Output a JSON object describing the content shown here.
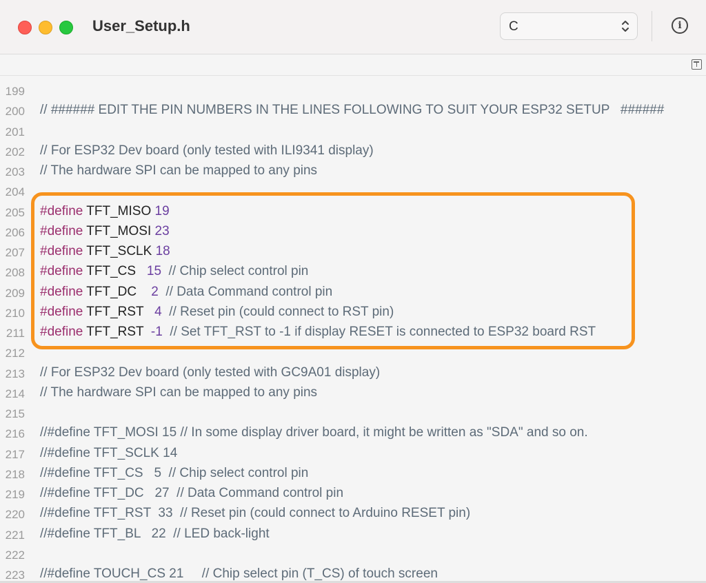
{
  "window": {
    "title": "User_Setup.h",
    "language": "C",
    "info_icon": "info-icon"
  },
  "colors": {
    "highlight": "#f7931e",
    "keyword": "#9b2f6e",
    "number": "#6b3fa0",
    "comment": "#5d6b78"
  },
  "code_lines": [
    {
      "n": "199",
      "parts": []
    },
    {
      "n": "200",
      "parts": [
        {
          "t": "// ###### EDIT THE PIN NUMBERS IN THE LINES FOLLOWING TO SUIT YOUR ESP32 SETUP   ######",
          "c": "cm"
        }
      ]
    },
    {
      "n": "201",
      "parts": []
    },
    {
      "n": "202",
      "parts": [
        {
          "t": "// For ESP32 Dev board (only tested with ILI9341 display)",
          "c": "cm"
        }
      ]
    },
    {
      "n": "203",
      "parts": [
        {
          "t": "// The hardware SPI can be mapped to any pins",
          "c": "cm"
        }
      ]
    },
    {
      "n": "204",
      "parts": []
    },
    {
      "n": "205",
      "parts": [
        {
          "t": "#define",
          "c": "kw"
        },
        {
          "t": " TFT_MISO ",
          "c": "id"
        },
        {
          "t": "19",
          "c": "num"
        }
      ]
    },
    {
      "n": "206",
      "parts": [
        {
          "t": "#define",
          "c": "kw"
        },
        {
          "t": " TFT_MOSI ",
          "c": "id"
        },
        {
          "t": "23",
          "c": "num"
        }
      ]
    },
    {
      "n": "207",
      "parts": [
        {
          "t": "#define",
          "c": "kw"
        },
        {
          "t": " TFT_SCLK ",
          "c": "id"
        },
        {
          "t": "18",
          "c": "num"
        }
      ]
    },
    {
      "n": "208",
      "parts": [
        {
          "t": "#define",
          "c": "kw"
        },
        {
          "t": " TFT_CS   ",
          "c": "id"
        },
        {
          "t": "15",
          "c": "num"
        },
        {
          "t": "  // Chip select control pin",
          "c": "cm"
        }
      ]
    },
    {
      "n": "209",
      "parts": [
        {
          "t": "#define",
          "c": "kw"
        },
        {
          "t": " TFT_DC    ",
          "c": "id"
        },
        {
          "t": "2",
          "c": "num"
        },
        {
          "t": "  // Data Command control pin",
          "c": "cm"
        }
      ]
    },
    {
      "n": "210",
      "parts": [
        {
          "t": "#define",
          "c": "kw"
        },
        {
          "t": " TFT_RST   ",
          "c": "id"
        },
        {
          "t": "4",
          "c": "num"
        },
        {
          "t": "  // Reset pin (could connect to RST pin)",
          "c": "cm"
        }
      ]
    },
    {
      "n": "211",
      "parts": [
        {
          "t": "#define",
          "c": "kw"
        },
        {
          "t": " TFT_RST  ",
          "c": "id"
        },
        {
          "t": "-1",
          "c": "num"
        },
        {
          "t": "  // Set TFT_RST to -1 if display RESET is connected to ESP32 board RST",
          "c": "cm"
        }
      ]
    },
    {
      "n": "212",
      "parts": []
    },
    {
      "n": "213",
      "parts": [
        {
          "t": "// For ESP32 Dev board (only tested with GC9A01 display)",
          "c": "cm"
        }
      ]
    },
    {
      "n": "214",
      "parts": [
        {
          "t": "// The hardware SPI can be mapped to any pins",
          "c": "cm"
        }
      ]
    },
    {
      "n": "215",
      "parts": []
    },
    {
      "n": "216",
      "parts": [
        {
          "t": "//#define TFT_MOSI 15 // In some display driver board, it might be written as \"SDA\" and so on.",
          "c": "cm"
        }
      ]
    },
    {
      "n": "217",
      "parts": [
        {
          "t": "//#define TFT_SCLK 14",
          "c": "cm"
        }
      ]
    },
    {
      "n": "218",
      "parts": [
        {
          "t": "//#define TFT_CS   5  // Chip select control pin",
          "c": "cm"
        }
      ]
    },
    {
      "n": "219",
      "parts": [
        {
          "t": "//#define TFT_DC   27  // Data Command control pin",
          "c": "cm"
        }
      ]
    },
    {
      "n": "220",
      "parts": [
        {
          "t": "//#define TFT_RST  33  // Reset pin (could connect to Arduino RESET pin)",
          "c": "cm"
        }
      ]
    },
    {
      "n": "221",
      "parts": [
        {
          "t": "//#define TFT_BL   22  // LED back-light",
          "c": "cm"
        }
      ]
    },
    {
      "n": "222",
      "parts": []
    },
    {
      "n": "223",
      "parts": [
        {
          "t": "//#define TOUCH_CS 21     // Chip select pin (T_CS) of touch screen",
          "c": "cm"
        }
      ]
    }
  ]
}
